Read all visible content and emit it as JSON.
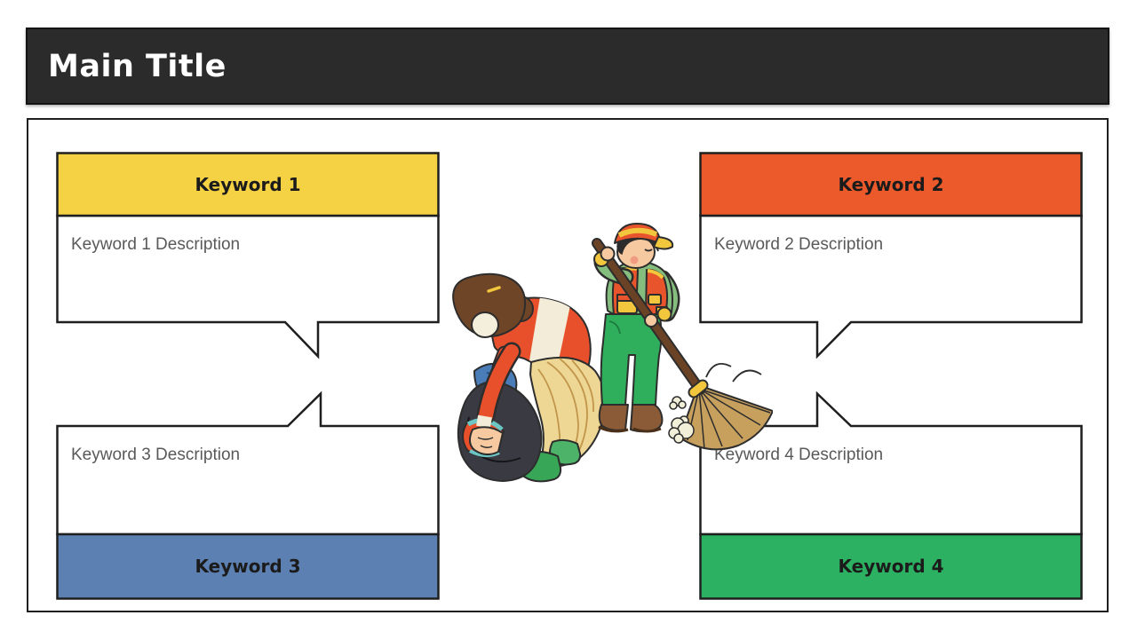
{
  "slide": {
    "title": "Main Title",
    "colors": {
      "title_bar": "#2b2b2b",
      "title_text": "#ffffff",
      "outline": "#1f1f1f",
      "label_text": "#1b1b1b",
      "description_text": "#595959"
    }
  },
  "boxes": [
    {
      "label": "Keyword 1",
      "description": "Keyword 1 Description",
      "header_color": "#f5d244",
      "header_position": "top",
      "tail": "bottom-right"
    },
    {
      "label": "Keyword 2",
      "description": "Keyword 2 Description",
      "header_color": "#ec5a2b",
      "header_position": "top",
      "tail": "bottom-left"
    },
    {
      "label": "Keyword 3",
      "description": "Keyword 3 Description",
      "header_color": "#5c80b2",
      "header_position": "bottom",
      "tail": "top-right"
    },
    {
      "label": "Keyword 4",
      "description": "Keyword 4 Description",
      "header_color": "#2cb162",
      "header_position": "bottom",
      "tail": "top-left"
    }
  ],
  "illustration": {
    "name": "street-cleaning-workers",
    "parts": [
      "woman-picking-up-trash-bag",
      "man-sweeping-with-broom",
      "broom",
      "dust-puffs"
    ]
  }
}
